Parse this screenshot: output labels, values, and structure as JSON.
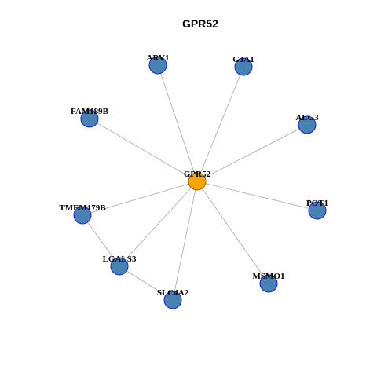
{
  "title": "GPR52",
  "colors": {
    "hub_fill": "#FFA500",
    "hub_stroke": "#8B6508",
    "node_fill": "#4682B4",
    "node_stroke": "#1E22CC",
    "edge": "#A8A8A8"
  },
  "graph": {
    "nodes": [
      {
        "id": "GPR52",
        "label": "GPR52",
        "hub": true
      },
      {
        "id": "ARV1",
        "label": "ARV1"
      },
      {
        "id": "GJA1",
        "label": "GJA1"
      },
      {
        "id": "FAM189B",
        "label": "FAM189B"
      },
      {
        "id": "ALG3",
        "label": "ALG3"
      },
      {
        "id": "TMEM179B",
        "label": "TMEM179B"
      },
      {
        "id": "POT1",
        "label": "POT1"
      },
      {
        "id": "LGALS3",
        "label": "LGALS3"
      },
      {
        "id": "MSMO1",
        "label": "MSMO1"
      },
      {
        "id": "SLC4A2",
        "label": "SLC4A2"
      }
    ],
    "edges": [
      [
        "GPR52",
        "ARV1"
      ],
      [
        "GPR52",
        "GJA1"
      ],
      [
        "GPR52",
        "FAM189B"
      ],
      [
        "GPR52",
        "ALG3"
      ],
      [
        "GPR52",
        "TMEM179B"
      ],
      [
        "GPR52",
        "POT1"
      ],
      [
        "GPR52",
        "LGALS3"
      ],
      [
        "GPR52",
        "MSMO1"
      ],
      [
        "GPR52",
        "SLC4A2"
      ],
      [
        "TMEM179B",
        "LGALS3"
      ],
      [
        "LGALS3",
        "SLC4A2"
      ]
    ]
  }
}
